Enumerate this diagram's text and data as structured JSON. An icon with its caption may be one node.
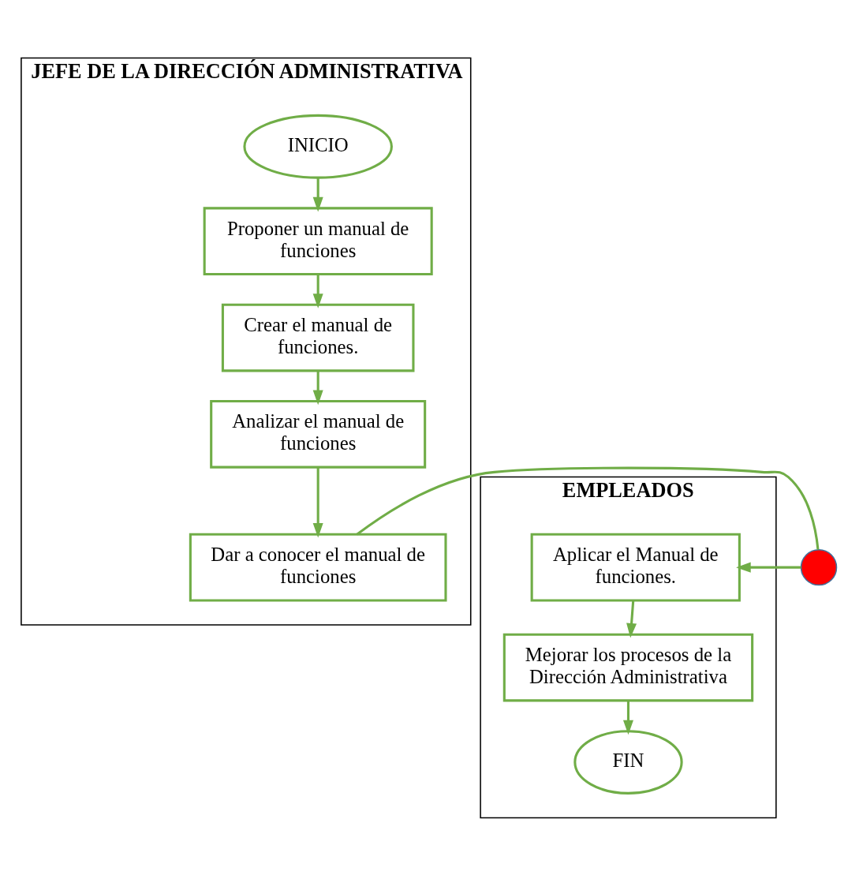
{
  "diagram": {
    "nodes": [
      {
        "text": [
          "JEFE DE LA DIRECCIÓN ADMINISTRATIVA"
        ]
      },
      {
        "text": [
          "INICIO"
        ],
        "in": 0
      },
      {
        "text": [
          "Proponer un manual de funciones"
        ],
        "in": 0
      },
      {
        "text": [
          "Crear el manual de funciones."
        ],
        "in": 0
      },
      {
        "text": [
          "Analizar el manual de funciones"
        ],
        "in": 0
      },
      {
        "text": [
          "Dar a conocer el manual de funciones"
        ],
        "in": 0
      },
      {
        "text": [],
        "shape": "circle"
      },
      {
        "text": [
          "EMPLEADOS"
        ]
      },
      {
        "text": [
          "Aplicar el Manual de funciones."
        ],
        "in": 7
      },
      {
        "text": [
          "Mejorar los procesos de la Dirección Administrativa"
        ],
        "in": 7
      },
      {
        "text": [
          "FIN"
        ],
        "in": 7
      }
    ],
    "edges": [
      {
        "from": 1,
        "to": 2,
        "arrow": "to"
      },
      {
        "from": 2,
        "to": 3,
        "arrow": "to"
      },
      {
        "from": 3,
        "to": 4,
        "arrow": "to"
      },
      {
        "from": 4,
        "to": 5,
        "arrow": "to"
      },
      {
        "from": 5,
        "to": 6,
        "arrow": "none"
      },
      {
        "from": 6,
        "to": 8,
        "arrow": "to"
      },
      {
        "from": 8,
        "to": 9,
        "arrow": "to"
      },
      {
        "from": 9,
        "to": 10,
        "arrow": "to"
      }
    ]
  }
}
